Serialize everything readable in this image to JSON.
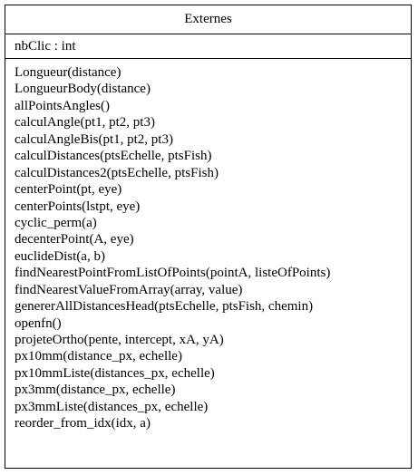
{
  "class_box": {
    "name": "Externes",
    "attributes": [
      "nbClic : int"
    ],
    "methods": [
      "Longueur(distance)",
      "LongueurBody(distance)",
      "allPointsAngles()",
      "calculAngle(pt1, pt2, pt3)",
      "calculAngleBis(pt1, pt2, pt3)",
      "calculDistances(ptsEchelle, ptsFish)",
      "calculDistances2(ptsEchelle, ptsFish)",
      "centerPoint(pt, eye)",
      "centerPoints(lstpt, eye)",
      "cyclic_perm(a)",
      "decenterPoint(A, eye)",
      "euclideDist(a, b)",
      "findNearestPointFromListOfPoints(pointA, listeOfPoints)",
      "findNearestValueFromArray(array, value)",
      "genererAllDistancesHead(ptsEchelle, ptsFish, chemin)",
      "openfn()",
      "projeteOrtho(pente, intercept, xA, yA)",
      "px10mm(distance_px, echelle)",
      "px10mmListe(distances_px, echelle)",
      "px3mm(distance_px, echelle)",
      "px3mmListe(distances_px, echelle)",
      "reorder_from_idx(idx, a)"
    ]
  }
}
